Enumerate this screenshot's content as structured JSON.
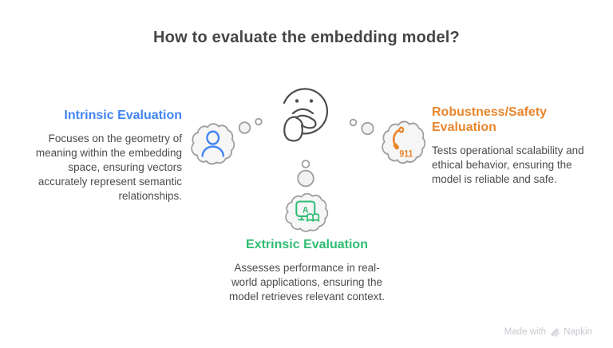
{
  "title": "How to evaluate the embedding model?",
  "center": {
    "figure": "thinking-face"
  },
  "sections": {
    "intrinsic": {
      "title": "Intrinsic Evaluation",
      "description": "Focuses on the geometry of meaning within the embedding space, ensuring vectors accurately represent semantic relationships.",
      "accent_color": "#4285F4",
      "icon": "person-icon"
    },
    "robustness": {
      "title": "Robustness/Safety Evaluation",
      "description": "Tests operational scalability and ethical behavior, ensuring the model is reliable and safe.",
      "accent_color": "#E8862D",
      "icon": "phone-911-icon",
      "icon_label": "911"
    },
    "extrinsic": {
      "title": "Extrinsic Evaluation",
      "description": "Assesses performance in real-world applications, ensuring the model retrieves relevant context.",
      "accent_color": "#2EBD72",
      "icon": "screen-translation-book-icon",
      "icon_letter": "A"
    }
  },
  "watermark": {
    "prefix": "Made with",
    "brand": "Napkin"
  },
  "colors": {
    "background": "#FFFFFF",
    "heading": "#454545",
    "body_text": "#4C4C4C",
    "cloud_fill": "#F6F6F6",
    "cloud_stroke": "#9E9E9E",
    "dot_fill": "#F2F2F2",
    "face_stroke": "#4E4E4E",
    "watermark": "#C6C9CE"
  }
}
